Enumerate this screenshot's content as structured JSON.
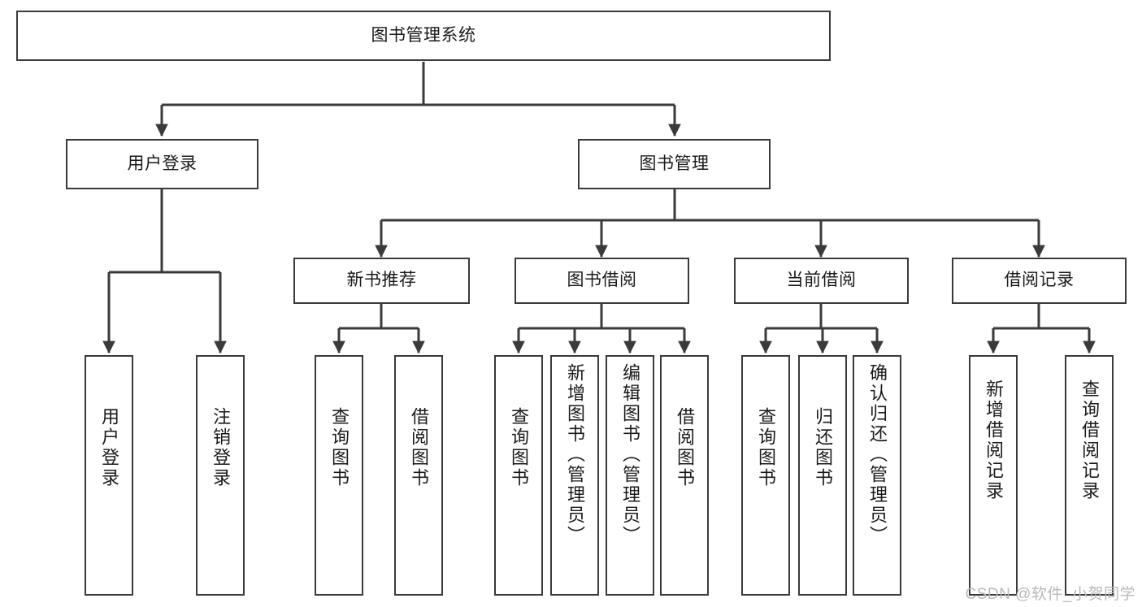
{
  "diagram": {
    "title": "图书管理系统",
    "type": "tree",
    "watermark": "CSDN @软件_小贺同学",
    "colors": {
      "box_border": "#3a3a3a",
      "box_fill": "#ffffff",
      "edge": "#3a3a3a",
      "text": "#1a1a1a",
      "watermark": "#b9b9b9"
    },
    "levels": {
      "root": "图书管理系统",
      "level2": [
        "用户登录",
        "图书管理"
      ],
      "level3": [
        "新书推荐",
        "图书借阅",
        "当前借阅",
        "借阅记录"
      ]
    },
    "nodes": {
      "root": {
        "label": "图书管理系统"
      },
      "user_login": {
        "label": "用户登录"
      },
      "book_manage": {
        "label": "图书管理"
      },
      "new_book_rec": {
        "label": "新书推荐"
      },
      "book_borrow": {
        "label": "图书借阅"
      },
      "current_borrow": {
        "label": "当前借阅"
      },
      "borrow_record": {
        "label": "借阅记录"
      },
      "leaf_user_login": {
        "label": "用户登录"
      },
      "leaf_user_logout": {
        "label": "注销登录"
      },
      "leaf_query_book_1": {
        "label": "查询图书"
      },
      "leaf_borrow_book_1": {
        "label": "借阅图书"
      },
      "leaf_query_book_2": {
        "label": "查询图书"
      },
      "leaf_add_book": {
        "label": "新增图书（管理员）"
      },
      "leaf_edit_book": {
        "label": "编辑图书（管理员）"
      },
      "leaf_borrow_book_2": {
        "label": "借阅图书"
      },
      "leaf_query_book_3": {
        "label": "查询图书"
      },
      "leaf_return_book": {
        "label": "归还图书"
      },
      "leaf_confirm_return": {
        "label": "确认归还（管理员）"
      },
      "leaf_add_record": {
        "label": "新增借阅记录"
      },
      "leaf_query_record": {
        "label": "查询借阅记录"
      }
    }
  }
}
